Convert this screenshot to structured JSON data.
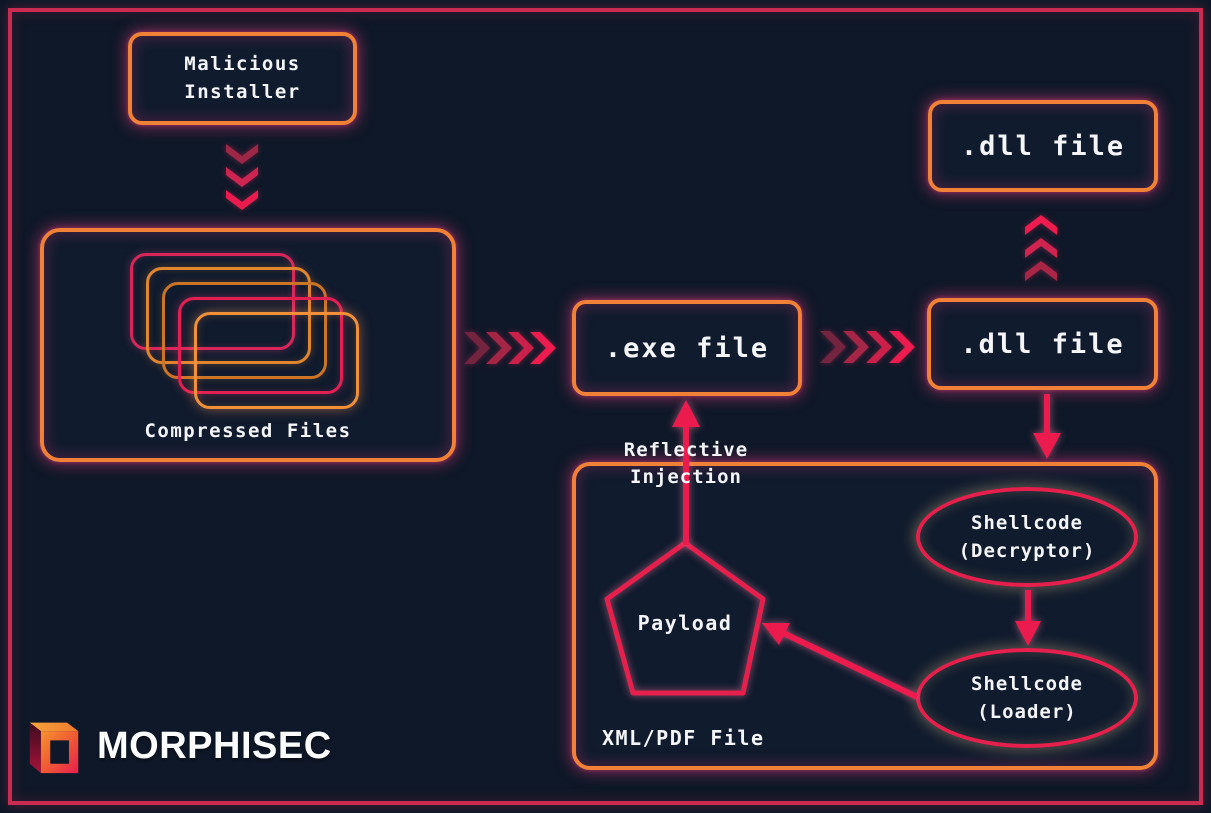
{
  "colors": {
    "background": "#0f1828",
    "page_border": "#cc2b51",
    "box_orange": "#f08136",
    "shape_crimson": "#e6204d",
    "arrow_pink": "#ec1b4d",
    "text": "#f3f5f8"
  },
  "labels": {
    "malicious_installer": "Malicious\nInstaller",
    "compressed_files": "Compressed Files",
    "exe_file": ".exe file",
    "dll_file_top": ".dll file",
    "dll_file_bottom": ".dll file",
    "xml_pdf_file": "XML/PDF File",
    "reflective_injection": "Reflective\nInjection",
    "payload": "Payload",
    "shellcode_decryptor": "Shellcode\n(Decryptor)",
    "shellcode_loader": "Shellcode\n(Loader)"
  },
  "logo": {
    "brand": "MORPHISEC"
  }
}
